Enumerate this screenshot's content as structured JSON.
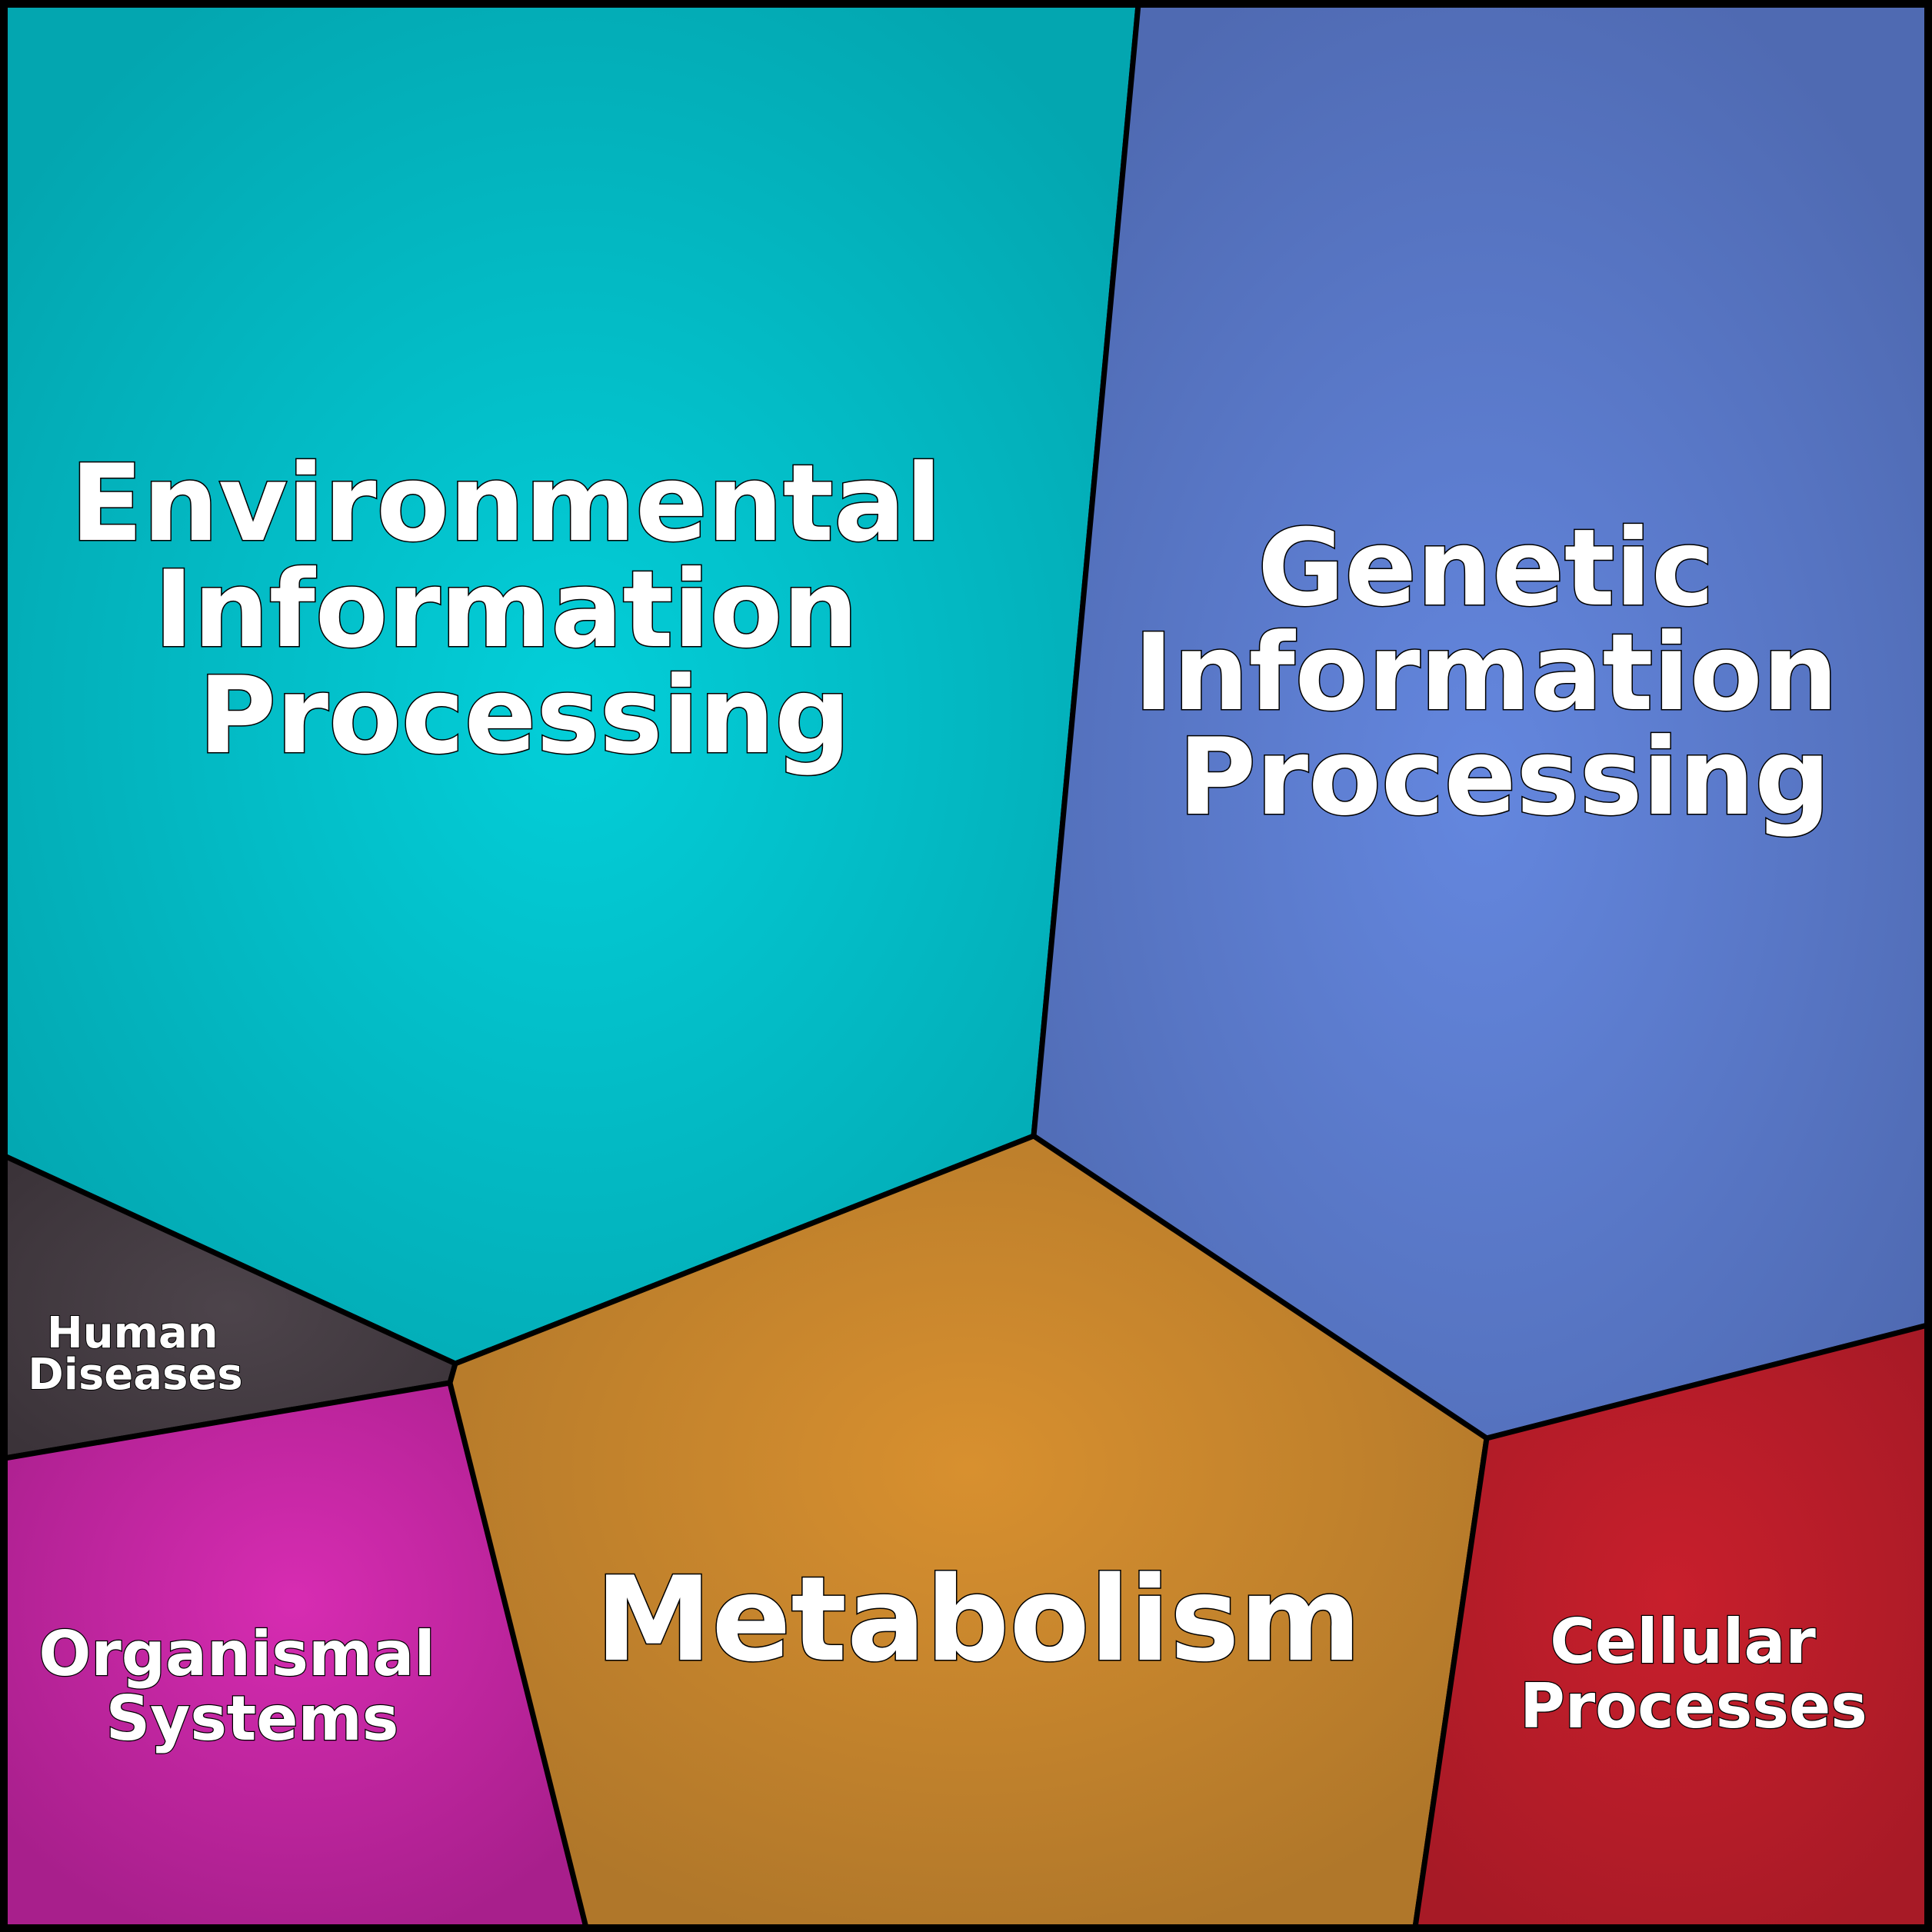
{
  "diagram": {
    "type": "voronoi-treemap",
    "cells": [
      {
        "id": "environmental",
        "label_lines": [
          "Environmental",
          "Information",
          "Processing"
        ],
        "color": "#00c8d2"
      },
      {
        "id": "genetic",
        "label_lines": [
          "Genetic",
          "Information",
          "Processing"
        ],
        "color": "#5f86dc"
      },
      {
        "id": "human",
        "label_lines": [
          "Human",
          "Diseases"
        ],
        "color": "#473f46"
      },
      {
        "id": "organismal",
        "label_lines": [
          "Organismal",
          "Systems"
        ],
        "color": "#d02aaf"
      },
      {
        "id": "metabolism",
        "label_lines": [
          "Metabolism"
        ],
        "color": "#d48e2e"
      },
      {
        "id": "cellular",
        "label_lines": [
          "Cellular",
          "Processes"
        ],
        "color": "#c01f2b"
      }
    ]
  }
}
